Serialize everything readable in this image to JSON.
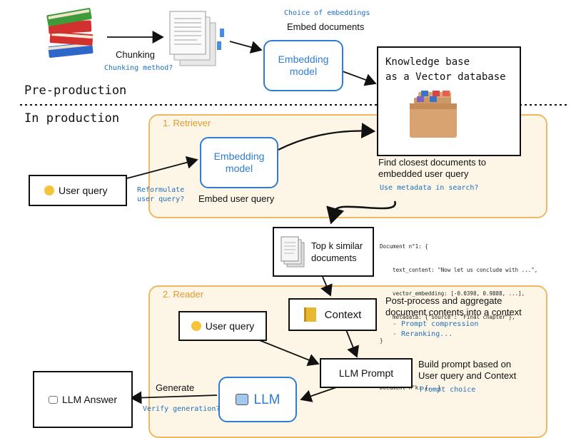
{
  "preproduction": {
    "chunking_label": "Chunking",
    "chunking_note": "Chunking method?",
    "embed_note": "Choice of embeddings",
    "embed_label": "Embed documents",
    "embedding_model": [
      "Embedding",
      "model"
    ],
    "kb_title": [
      "Knowledge base",
      "as a Vector database"
    ],
    "section_title": "Pre-production"
  },
  "production": {
    "section_title": "In production",
    "retriever": {
      "title": "1. Retriever",
      "user_query": "User query",
      "reformulate_note": [
        "Reformulate",
        "user query?"
      ],
      "embedding_model": [
        "Embedding",
        "model"
      ],
      "embed_query_label": "Embed user query",
      "find_label": [
        "Find closest documents to",
        "embedded user query"
      ],
      "metadata_note": "Use metadata in search?"
    },
    "topk": [
      "Top k similar",
      "documents"
    ],
    "doc_example": [
      "Document n°1: {",
      "    text_content: \"Now let us conclude with ...\",",
      "    vector_embedding: [-0.0398, 0.9888, ...],",
      "    metadata: {\"source\": \"Final chapter\"},",
      "}",
      "...",
      "Document n°k: {...}"
    ],
    "reader": {
      "title": "2. Reader",
      "context": "Context",
      "postprocess_label": [
        "Post-process and aggregate",
        "document contents into a context"
      ],
      "postprocess_notes": [
        "- Prompt compression",
        "- Reranking..."
      ],
      "user_query": "User query",
      "llm_prompt": "LLM Prompt",
      "build_label": [
        "Build prompt based on",
        "User query and Context"
      ],
      "prompt_note": "Prompt choice",
      "llm": "LLM",
      "generate_label": "Generate",
      "verify_note": "Verify generation?",
      "answer": "LLM Answer"
    }
  },
  "colors": {
    "blue": "#2e7dd1",
    "orange": "#f0b860",
    "panel_fill": "#fdf6e7"
  }
}
